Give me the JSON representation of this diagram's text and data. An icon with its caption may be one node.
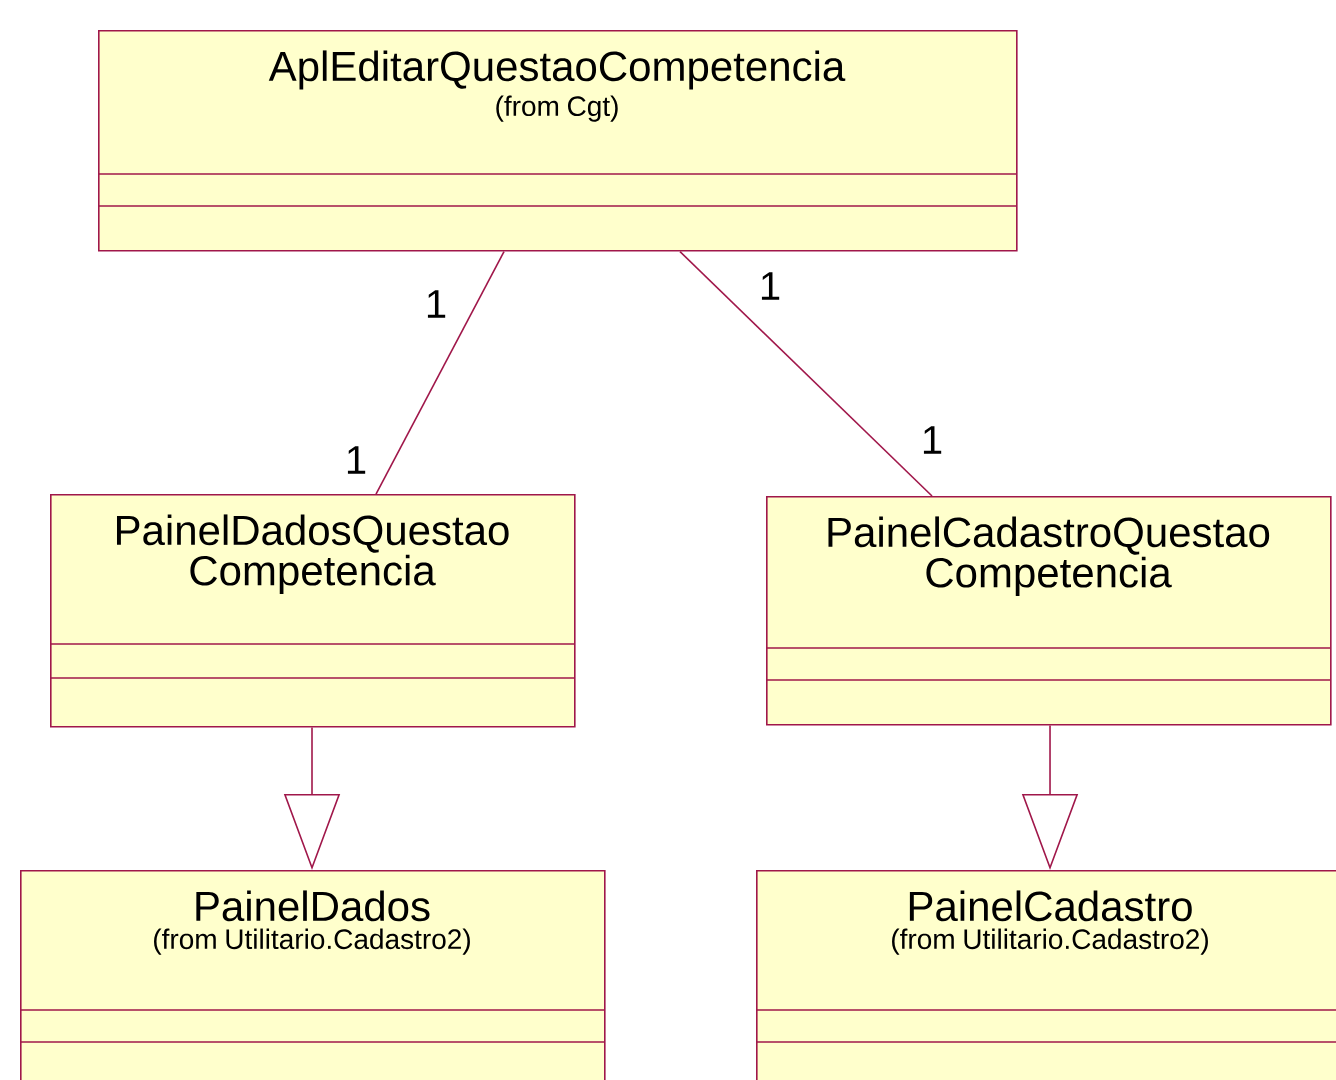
{
  "diagram": {
    "nodes": [
      {
        "text": [
          "AplEditarQuestaoCompetencia",
          "(from Cgt)"
        ]
      },
      {
        "text": [
          "PainelDadosQuestao Competencia"
        ]
      },
      {
        "text": [
          "PainelCadastroQuestao Competencia"
        ]
      },
      {
        "text": [
          "PainelDados",
          "(from Utilitario.Cadastro2)"
        ]
      },
      {
        "text": [
          "PainelCadastro",
          "(from Utilitario.Cadastro2)"
        ]
      }
    ],
    "edges": [
      {
        "from": 0,
        "to": 1,
        "arrow": "none"
      },
      {
        "from": 0,
        "to": 2,
        "arrow": "none"
      },
      {
        "from": 1,
        "to": 3,
        "arrow": "to"
      },
      {
        "from": 2,
        "to": 4,
        "arrow": "to"
      }
    ],
    "labels": [
      "1",
      "1",
      "1",
      "1"
    ]
  }
}
